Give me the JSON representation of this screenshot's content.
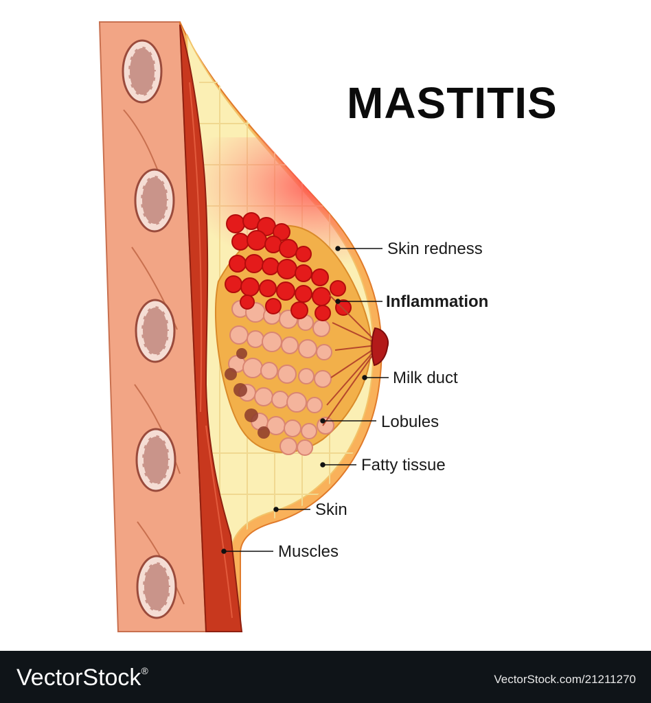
{
  "diagram": {
    "title": "MASTITIS",
    "labels": {
      "skin_redness": "Skin redness",
      "inflammation": "Inflammation",
      "milk_duct": "Milk duct",
      "lobules": "Lobules",
      "fatty_tissue": "Fatty tissue",
      "skin": "Skin",
      "muscles": "Muscles"
    },
    "colors": {
      "muscle": "#c8381e",
      "chest_wall": "#f2a585",
      "fat": "#fbefb4",
      "inflamed": "#e41b1b",
      "lobule": "#f4b49c",
      "skin": "#f9b15a"
    }
  },
  "footer": {
    "brand_vector": "Vector",
    "brand_stock": "Stock",
    "brand_reg": "®",
    "credit": "VectorStock.com/21211270"
  }
}
